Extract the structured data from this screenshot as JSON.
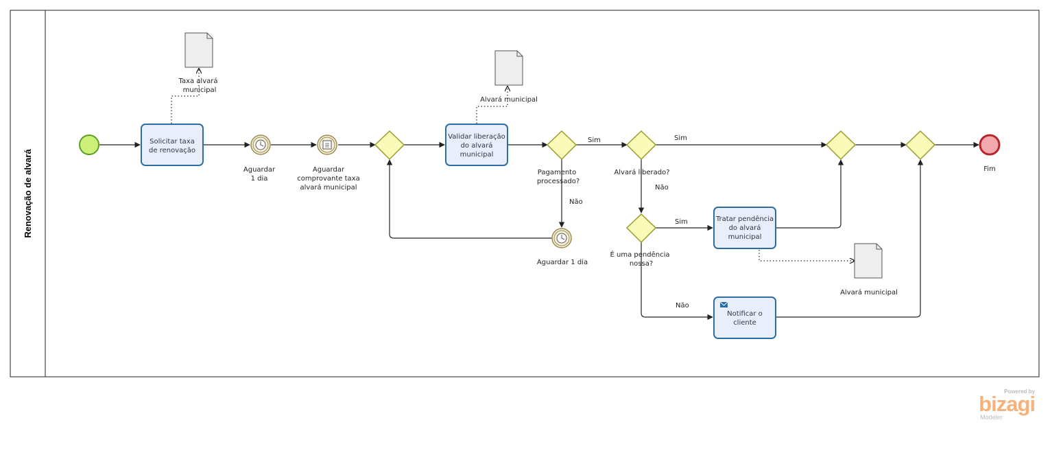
{
  "pool": {
    "label": "Renovação de alvará"
  },
  "tasks": {
    "solicitar": [
      "Solicitar taxa",
      "de renovação"
    ],
    "validar": [
      "Validar liberação",
      "do alvará",
      "municipal"
    ],
    "tratar": [
      "Tratar pendência",
      "do alvará",
      "municipal"
    ],
    "notificar": [
      "Notificar o",
      "cliente"
    ]
  },
  "events": {
    "aguardar1": [
      "Aguardar",
      "1 dia"
    ],
    "aguardar_comprovante": [
      "Aguardar",
      "comprovante taxa",
      "alvará municipal"
    ],
    "aguardar2": [
      "Aguardar 1 dia"
    ],
    "fim": [
      "Fim"
    ]
  },
  "gateways": {
    "pagamento": [
      "Pagamento",
      "processado?"
    ],
    "liberado": [
      "Alvará liberado?"
    ],
    "pendencia": [
      "É uma pendência",
      "nossa?"
    ]
  },
  "documents": {
    "taxa": [
      "Taxa alvará",
      "municipal"
    ],
    "alvara1": [
      "Alvará municipal"
    ],
    "alvara2": [
      "Alvará municipal"
    ]
  },
  "flow_labels": {
    "sim_pagamento": "Sim",
    "nao_pagamento": "Não",
    "sim_liberado": "Sim",
    "nao_liberado": "Não",
    "sim_pendencia": "Sim",
    "nao_pendencia": "Não"
  },
  "branding": {
    "powered": "Powered by",
    "logo": "bizagi",
    "product": "Modeler"
  },
  "colors": {
    "task_fill": "#e9eefb",
    "task_stroke": "#2e6da4",
    "start_fill": "#ccf07a",
    "start_stroke": "#5aa01e",
    "end_fill": "#f2a9ae",
    "end_stroke": "#b7252c",
    "gateway_fill": "#fbfbb9",
    "gateway_stroke": "#9a9a2a"
  }
}
